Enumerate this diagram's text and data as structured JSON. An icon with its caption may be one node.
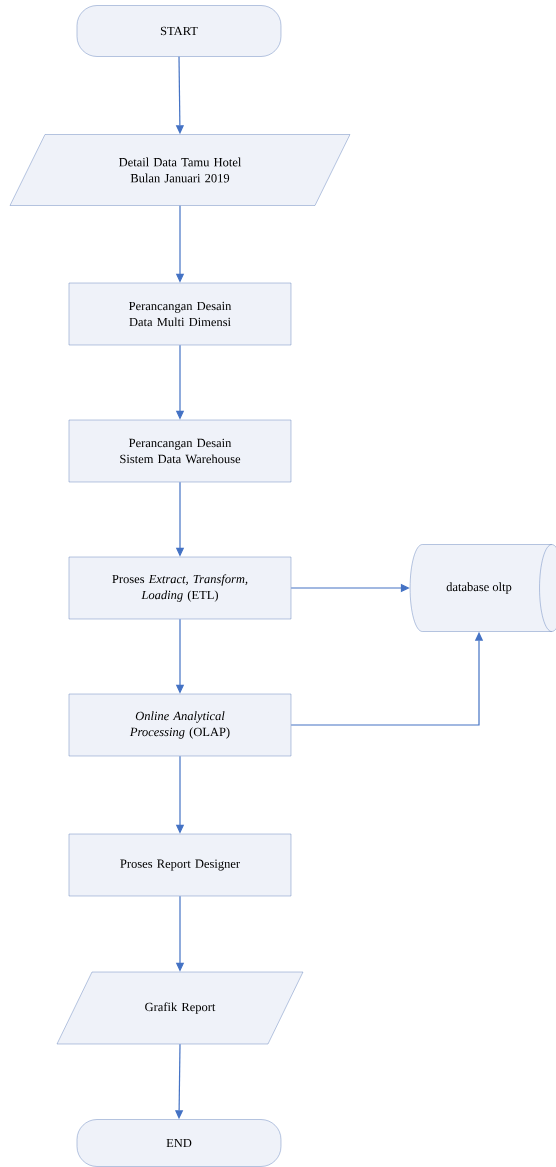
{
  "diagram": {
    "nodes": [
      {
        "text": [
          "START"
        ]
      },
      {
        "text": [
          "Detail Data Tamu Hotel Bulan Januari 2019"
        ]
      },
      {
        "text": [
          "Perancangan Desain Data Multi Dimensi"
        ]
      },
      {
        "text": [
          "Perancangan Desain Sistem Data Warehouse"
        ]
      },
      {
        "text": [
          "Proses *Extract, Transform, Loading* (ETL)"
        ]
      },
      {
        "text": [
          "database oltp"
        ]
      },
      {
        "text": [
          "*Online Analytical Processing* (OLAP)"
        ]
      },
      {
        "text": [
          "Proses Report Designer"
        ]
      },
      {
        "text": [
          "Grafik Report"
        ]
      },
      {
        "text": [
          "END"
        ]
      }
    ],
    "edges": [
      {
        "from": 0,
        "to": 1,
        "arrow": "to"
      },
      {
        "from": 1,
        "to": 2,
        "arrow": "to"
      },
      {
        "from": 2,
        "to": 3,
        "arrow": "to"
      },
      {
        "from": 3,
        "to": 4,
        "arrow": "to"
      },
      {
        "from": 4,
        "to": 5,
        "arrow": "to"
      },
      {
        "from": 4,
        "to": 6,
        "arrow": "to"
      },
      {
        "from": 6,
        "to": 5,
        "arrow": "to"
      },
      {
        "from": 6,
        "to": 7,
        "arrow": "to"
      },
      {
        "from": 7,
        "to": 8,
        "arrow": "to"
      },
      {
        "from": 8,
        "to": 9,
        "arrow": "to"
      }
    ]
  }
}
